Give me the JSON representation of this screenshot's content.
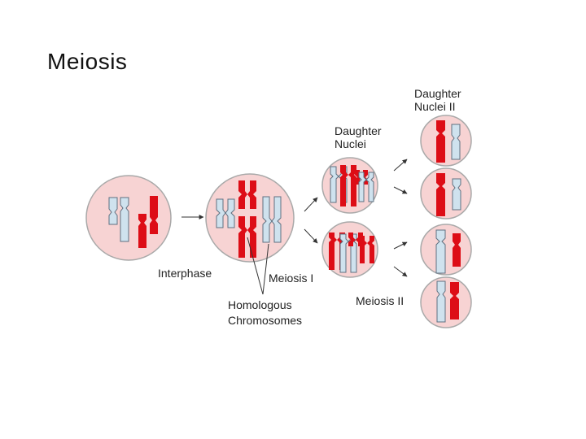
{
  "slide": {
    "title": "Meiosis"
  },
  "labels": {
    "interphase": "Interphase",
    "meiosis_1": "Meiosis I",
    "meiosis_2": "Meiosis II",
    "homologous_line1": "Homologous",
    "homologous_line2": "Chromosomes",
    "daughter_nuclei_line1": "Daughter",
    "daughter_nuclei_line2": "Nuclei",
    "daughter_nuclei_2_line1": "Daughter",
    "daughter_nuclei_2_line2": "Nuclei II"
  },
  "colors": {
    "cell_fill": "#f7d3d3",
    "cell_stroke": "#a9a9a9",
    "chromosome_red": "#dd0d16",
    "chromosome_blue": "#cfe2ee",
    "chromosome_blue_stroke": "#5f7080",
    "arrow": "#333333"
  }
}
